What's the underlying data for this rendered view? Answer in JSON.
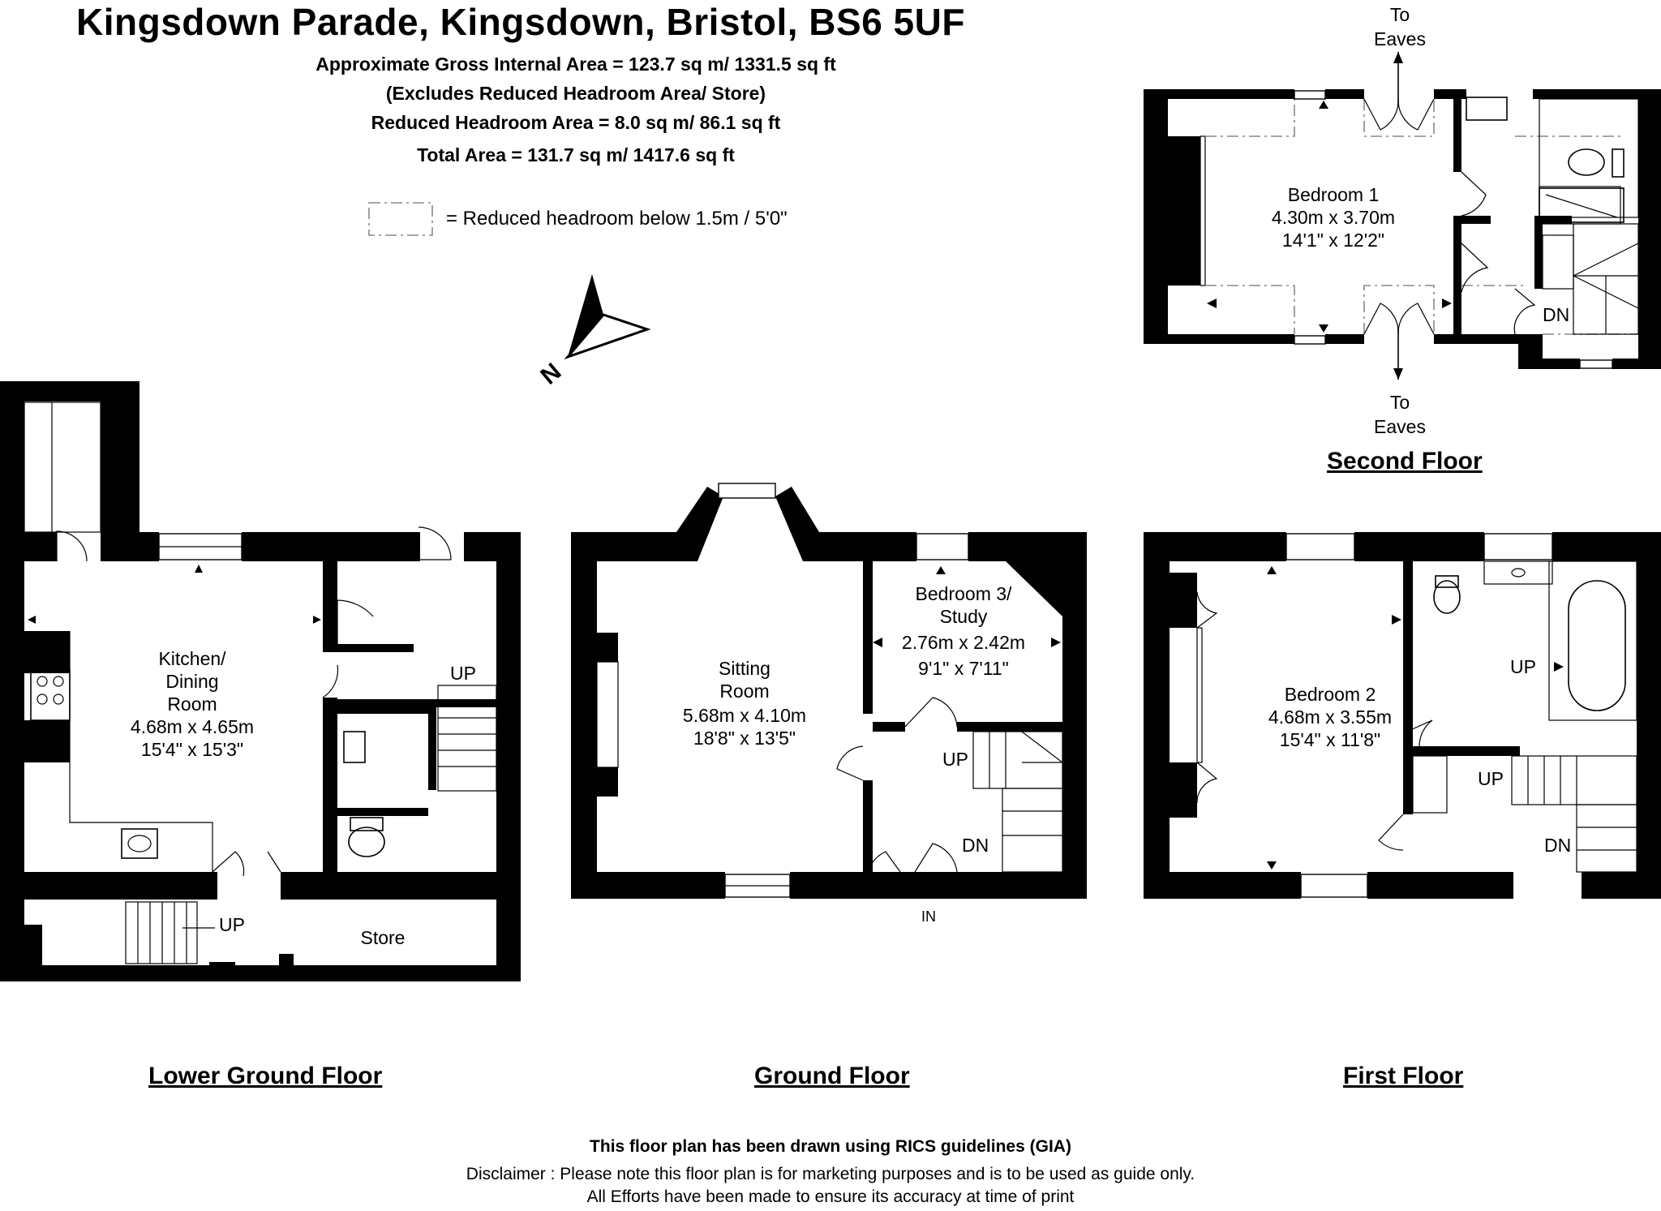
{
  "header": {
    "title": "Kingsdown Parade, Kingsdown, Bristol, BS6 5UF",
    "area_lines": [
      "Approximate Gross Internal Area = 123.7 sq m/ 1331.5 sq ft",
      "(Excludes Reduced Headroom Area/ Store)",
      "Reduced Headroom Area = 8.0 sq m/ 86.1 sq ft",
      "Total Area = 131.7 sq m/ 1417.6 sq ft"
    ],
    "legend": "= Reduced headroom below 1.5m / 5'0\"",
    "compass": "N"
  },
  "floors": {
    "lower_ground": {
      "title": "Lower Ground Floor",
      "kitchen": [
        "Kitchen/",
        "Dining",
        "Room",
        "4.68m x 4.65m",
        "15'4\" x 15'3\""
      ],
      "up_1": "UP",
      "up_2": "UP",
      "store": "Store"
    },
    "ground": {
      "title": "Ground Floor",
      "sitting": [
        "Sitting",
        "Room",
        "5.68m x 4.10m",
        "18'8\" x 13'5\""
      ],
      "bedroom3": [
        "Bedroom 3/",
        "Study",
        "2.76m x 2.42m",
        "9'1\" x 7'11\""
      ],
      "up": "UP",
      "dn": "DN",
      "in": "IN"
    },
    "first": {
      "title": "First Floor",
      "bedroom2": [
        "Bedroom 2",
        "4.68m x 3.55m",
        "15'4\" x 11'8\""
      ],
      "up_bath": "UP",
      "up_stairs": "UP",
      "dn": "DN"
    },
    "second": {
      "title": "Second Floor",
      "bedroom1": [
        "Bedroom 1",
        "4.30m x 3.70m",
        "14'1\" x 12'2\""
      ],
      "dn": "DN",
      "eaves_top": [
        "To",
        "Eaves"
      ],
      "eaves_bottom": [
        "To",
        "Eaves"
      ]
    }
  },
  "footer": {
    "rics": "This floor plan has been drawn using RICS guidelines (GIA)",
    "disclaimer_1": "Disclaimer : Please note this floor plan is for marketing purposes and is to be used as guide only.",
    "disclaimer_2": "All Efforts have been made to ensure its accuracy at time of print"
  }
}
